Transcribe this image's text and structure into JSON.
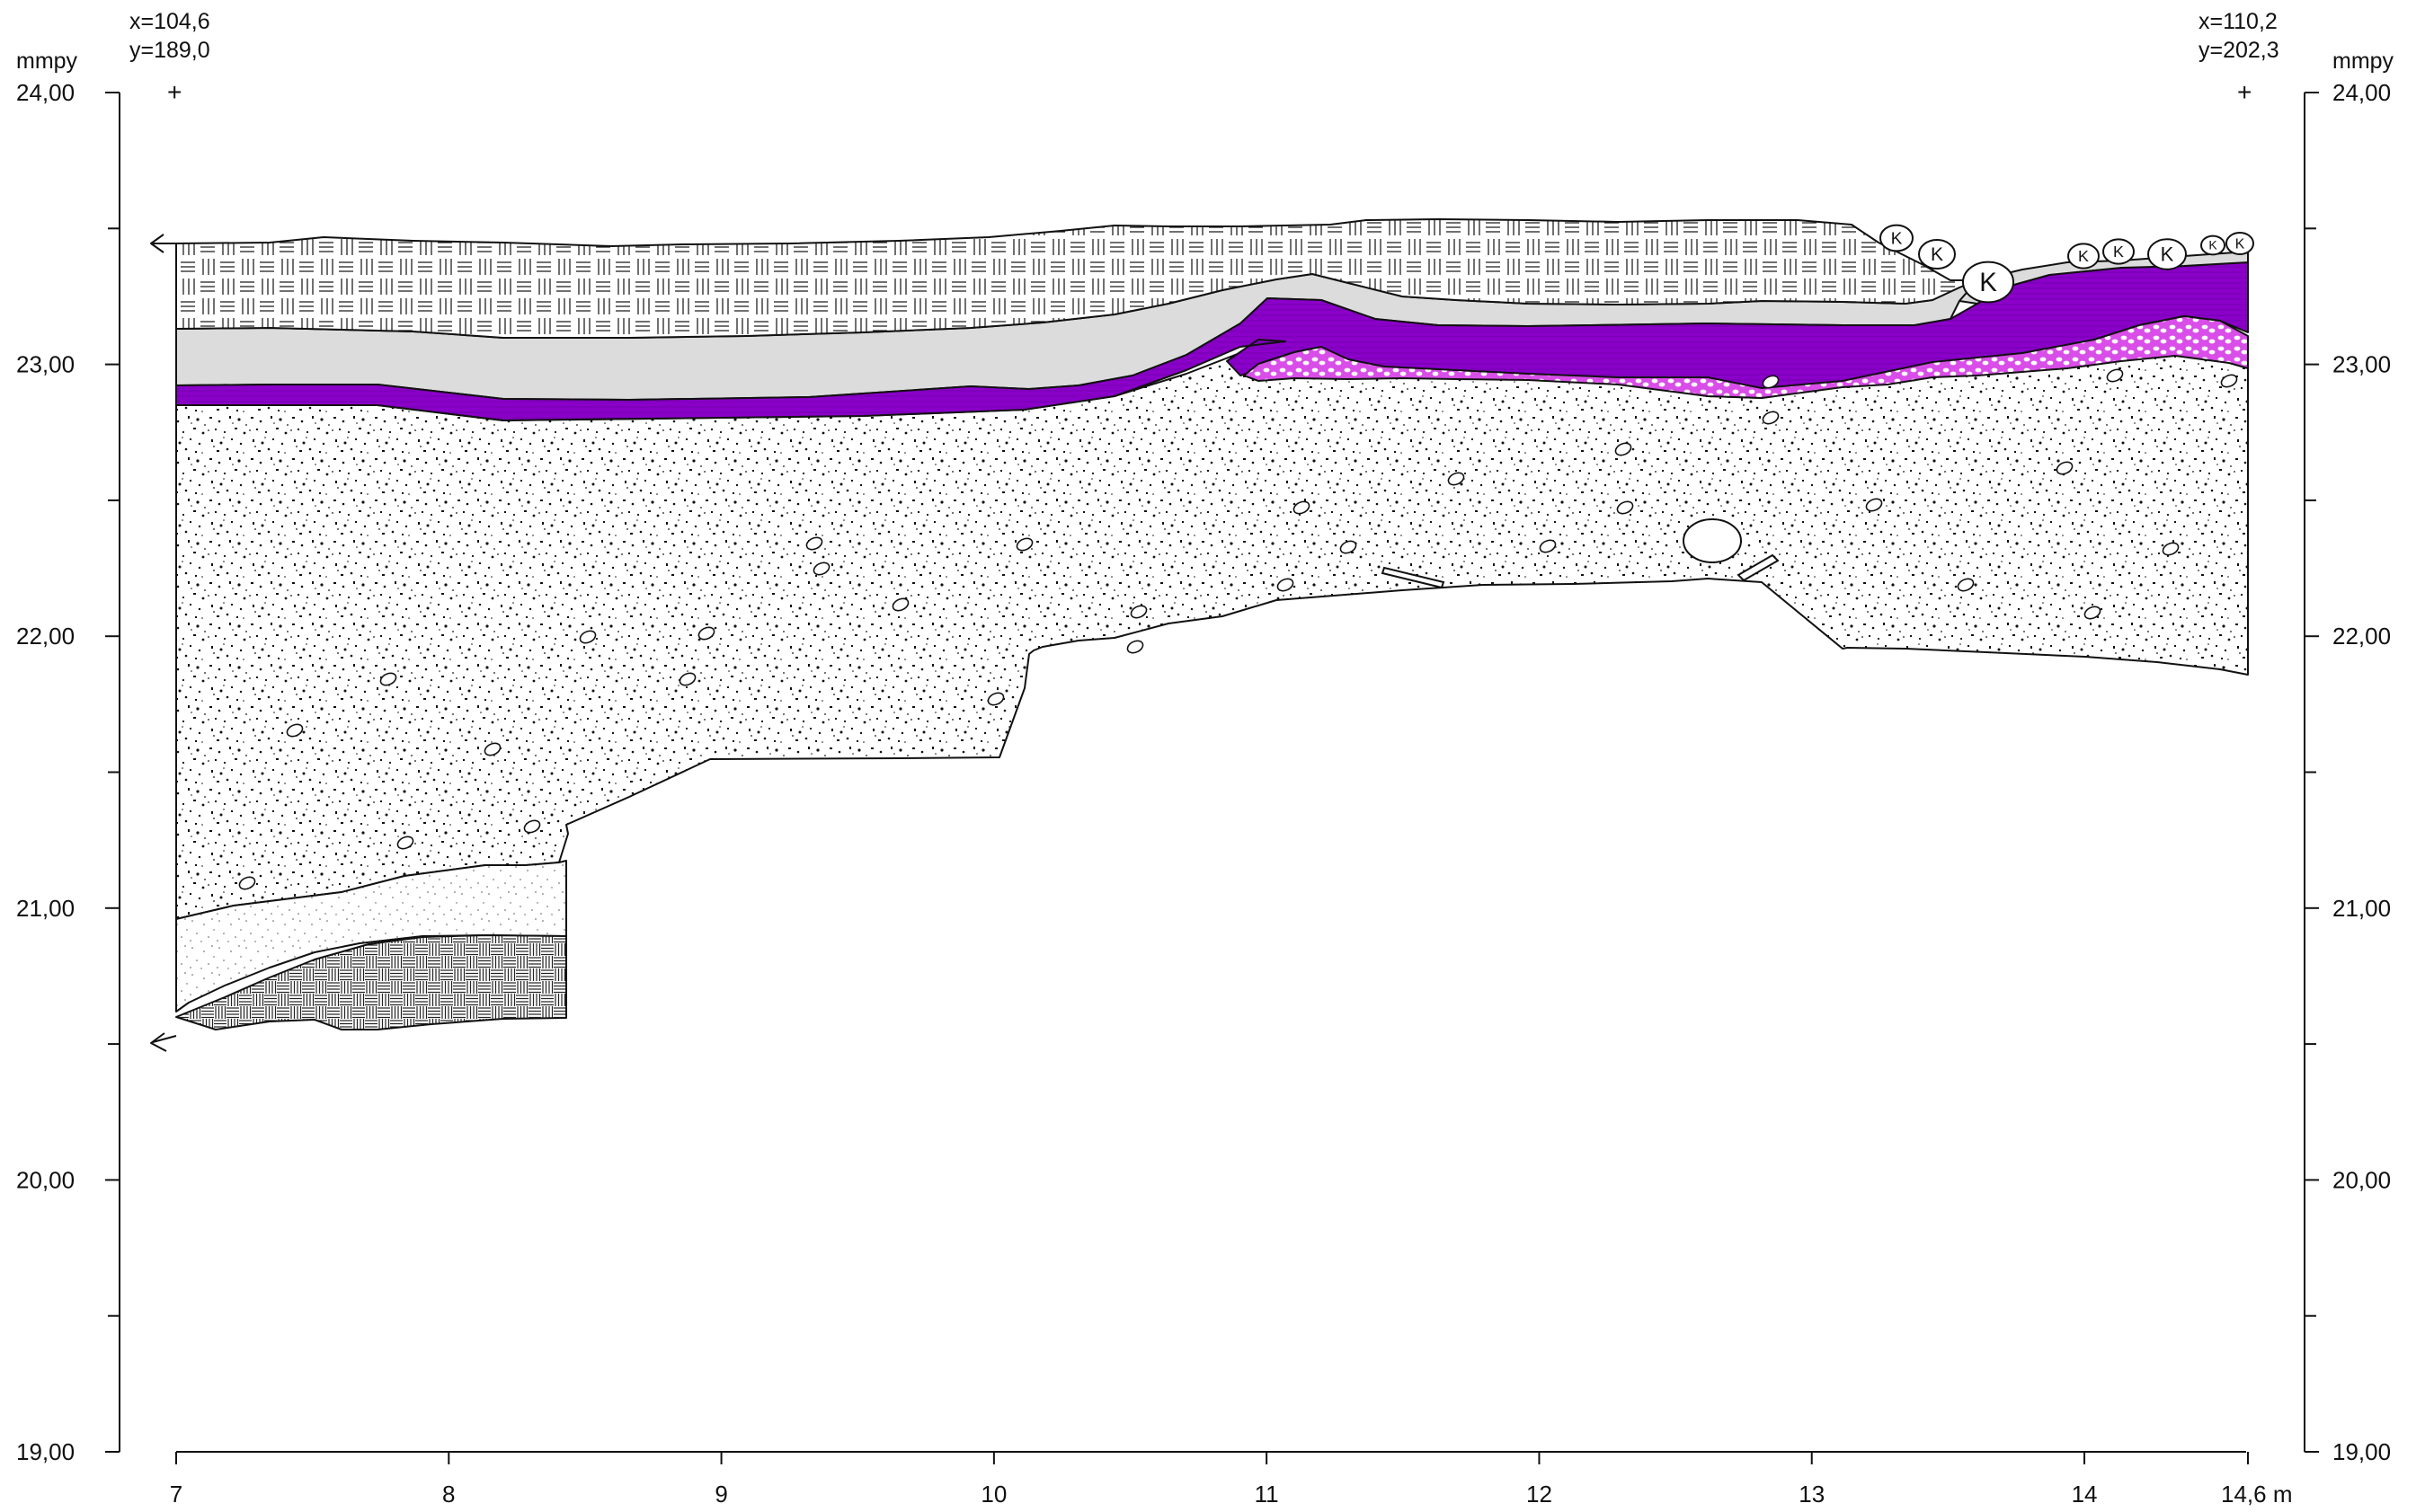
{
  "units": {
    "left": "mmpy",
    "right": "mmpy",
    "bottom_suffix": "m"
  },
  "y_axis": {
    "min": 19.0,
    "max": 24.0,
    "labels": [
      {
        "value": 24.0,
        "text": "24,00"
      },
      {
        "value": 23.0,
        "text": "23,00"
      },
      {
        "value": 22.0,
        "text": "22,00"
      },
      {
        "value": 21.0,
        "text": "21,00"
      },
      {
        "value": 20.0,
        "text": "20,00"
      },
      {
        "value": 19.0,
        "text": "19,00"
      }
    ],
    "minor_ticks": [
      23.5,
      22.5,
      21.5,
      20.5,
      19.5
    ]
  },
  "x_axis": {
    "min": 7,
    "max": 14.6,
    "labels": [
      {
        "value": 7,
        "text": "7"
      },
      {
        "value": 8,
        "text": "8"
      },
      {
        "value": 9,
        "text": "9"
      },
      {
        "value": 10,
        "text": "10"
      },
      {
        "value": 11,
        "text": "11"
      },
      {
        "value": 12,
        "text": "12"
      },
      {
        "value": 13,
        "text": "13"
      },
      {
        "value": 14,
        "text": "14"
      },
      {
        "value": 14.6,
        "text": "14,6 m"
      }
    ]
  },
  "coords": {
    "left": {
      "x": "x=104,6",
      "y": "y=189,0"
    },
    "right": {
      "x": "x=110,2",
      "y": "y=202,3"
    }
  },
  "markers": {
    "cross": "+",
    "stone": "K"
  },
  "colors": {
    "purple": "#8a00c8",
    "purple_dark": "#6a0098",
    "pink": "#d94ee8",
    "grey": "#dcdcdc",
    "ink": "#111111"
  },
  "layers": [
    {
      "id": "topsoil",
      "pattern": "basketweave",
      "color": "#ffffff"
    },
    {
      "id": "grey-layer",
      "pattern": "fill",
      "color": "#dcdcdc"
    },
    {
      "id": "purple-layer",
      "pattern": "lines",
      "color": "#8a00c8"
    },
    {
      "id": "pink-layer",
      "pattern": "cells",
      "color": "#d94ee8"
    },
    {
      "id": "gravel-sand",
      "pattern": "stipple-pebbles",
      "color": "#ffffff"
    },
    {
      "id": "fine-sand",
      "pattern": "fine-dots",
      "color": "#ffffff"
    },
    {
      "id": "lower-fill",
      "pattern": "checker",
      "color": "#ffffff"
    }
  ]
}
